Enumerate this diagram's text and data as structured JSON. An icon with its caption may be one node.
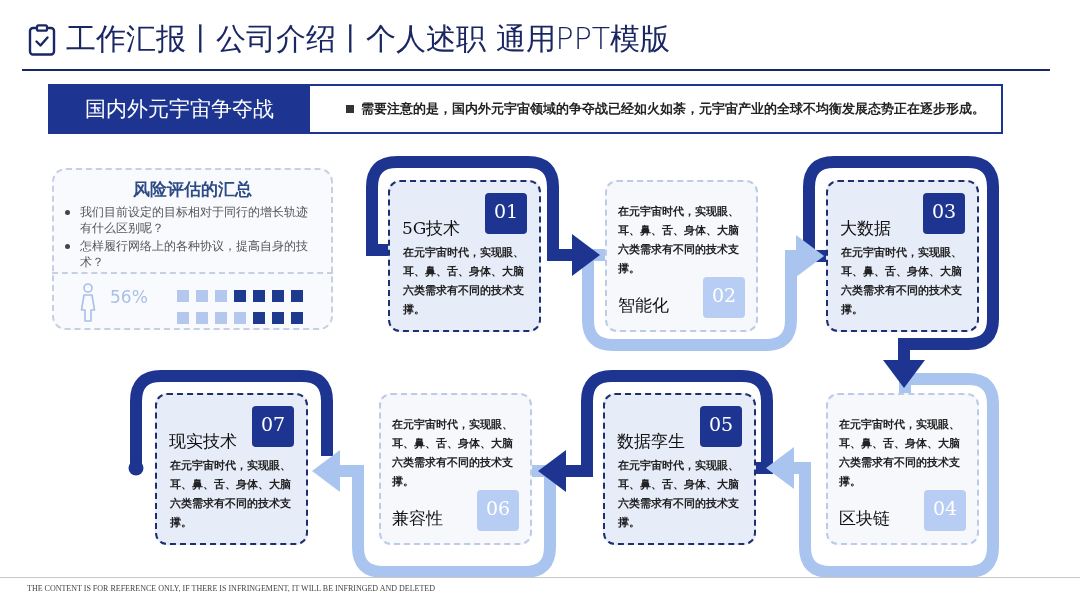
{
  "diagram": {
    "title": "工作汇报丨公司介绍丨个人述职 通用PPT模版",
    "nodes": [
      {
        "text": [
          "国内外元宇宙争夺战"
        ]
      },
      {
        "text": [
          "需要注意的是，国内外元宇宙领域的争夺战已经如火如荼，元宇宙产业的全球不均衡发展态势正在逐步形成。"
        ]
      },
      {
        "text": [
          "风险评估的汇总",
          "我们目前设定的目标相对于同行的增长轨迹有什么区别呢？",
          "怎样履行网络上的各种协议，提高自身的技术？",
          "56%"
        ]
      },
      {
        "text": [
          "01",
          "5G技术",
          "在元宇宙时代，实现眼、耳、鼻、舌、身体、大脑六类需求有不同的技术支撑。"
        ]
      },
      {
        "text": [
          "在元宇宙时代，实现眼、耳、鼻、舌、身体、大脑六类需求有不同的技术支撑。",
          "02",
          "智能化"
        ]
      },
      {
        "text": [
          "03",
          "大数据",
          "在元宇宙时代，实现眼、耳、鼻、舌、身体、大脑六类需求有不同的技术支撑。"
        ]
      },
      {
        "text": [
          "在元宇宙时代，实现眼、耳、鼻、舌、身体、大脑六类需求有不同的技术支撑。",
          "04",
          "区块链"
        ]
      },
      {
        "text": [
          "05",
          "数据孪生",
          "在元宇宙时代，实现眼、耳、鼻、舌、身体、大脑六类需求有不同的技术支撑。"
        ]
      },
      {
        "text": [
          "在元宇宙时代，实现眼、耳、鼻、舌、身体、大脑六类需求有不同的技术支撑。",
          "06",
          "兼容性"
        ]
      },
      {
        "text": [
          "07",
          "现实技术",
          "在元宇宙时代，实现眼、耳、鼻、舌、身体、大脑六类需求有不同的技术支撑。"
        ]
      }
    ],
    "edges": [
      {
        "from": 3,
        "to": 4,
        "arrow": "to"
      },
      {
        "from": 4,
        "to": 5,
        "arrow": "to",
        "color": "#aac4f0"
      },
      {
        "from": 5,
        "to": 6,
        "arrow": "to"
      },
      {
        "from": 6,
        "to": 7,
        "arrow": "to",
        "color": "#aac4f0"
      },
      {
        "from": 7,
        "to": 8,
        "arrow": "to"
      },
      {
        "from": 8,
        "to": 9,
        "arrow": "to",
        "color": "#aac4f0"
      }
    ],
    "labels": [
      "THE CONTENT IS FOR REFERENCE ONLY, IF THERE IS INFRINGEMENT, IT WILL BE INFRINGED AND DELETED"
    ]
  }
}
